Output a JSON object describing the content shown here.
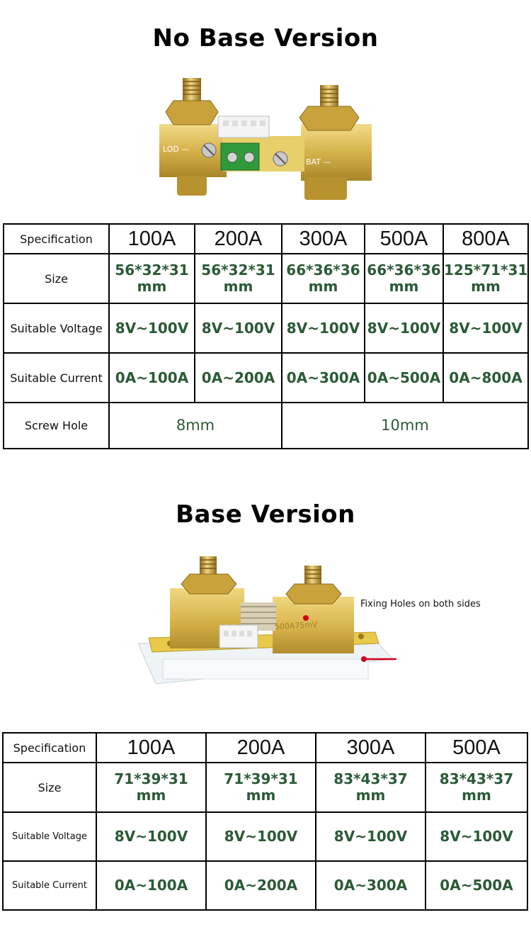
{
  "section1": {
    "title": "No Base Version",
    "photo_labels": {
      "left": "LOD —",
      "right": "BAT —"
    },
    "table": {
      "header_label": "Specification",
      "columns": [
        "100A",
        "200A",
        "300A",
        "500A",
        "800A"
      ],
      "size_label": "Size",
      "sizes": [
        [
          "56*32*31",
          "mm"
        ],
        [
          "56*32*31",
          "mm"
        ],
        [
          "66*36*36",
          "mm"
        ],
        [
          "66*36*36",
          "mm"
        ],
        [
          "125*71*31",
          "mm"
        ]
      ],
      "voltage_label": "Suitable Voltage",
      "voltages": [
        "8V~100V",
        "8V~100V",
        "8V~100V",
        "8V~100V",
        "8V~100V"
      ],
      "current_label": "Suitable Current",
      "currents": [
        "0A~100A",
        "0A~200A",
        "0A~300A",
        "0A~500A",
        "0A~800A"
      ],
      "screw_label": "Screw Hole",
      "screw_values": [
        "8mm",
        "10mm"
      ]
    }
  },
  "section2": {
    "title": "Base Version",
    "photo_labels": {
      "engraving": "500A75mV"
    },
    "annotation": "Fixing Holes on both sides",
    "annotation_color": "#d0021b",
    "table": {
      "header_label": "Specification",
      "columns": [
        "100A",
        "200A",
        "300A",
        "500A"
      ],
      "size_label": "Size",
      "sizes": [
        [
          "71*39*31",
          "mm"
        ],
        [
          "71*39*31",
          "mm"
        ],
        [
          "83*43*37",
          "mm"
        ],
        [
          "83*43*37",
          "mm"
        ]
      ],
      "voltage_label": "Suitable Voltage",
      "voltages": [
        "8V~100V",
        "8V~100V",
        "8V~100V",
        "8V~100V"
      ],
      "current_label": "Suitable Current",
      "currents": [
        "0A~100A",
        "0A~200A",
        "0A~300A",
        "0A~500A"
      ]
    }
  },
  "colors": {
    "value_text": "#2b5a36",
    "brass": "#d8b84a",
    "terminal_green": "#2e9a3c"
  }
}
